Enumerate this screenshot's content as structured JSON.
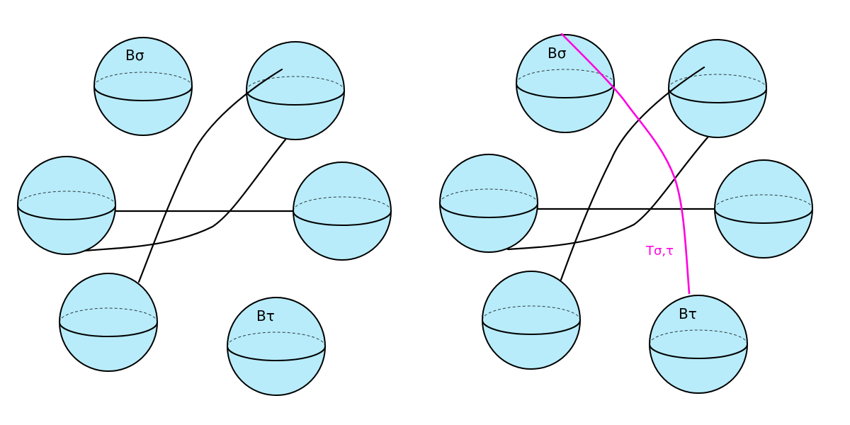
{
  "diagram": {
    "labels": {
      "b_sigma": "Bσ",
      "b_tau": "Bτ",
      "t_sigma_tau": "Tσ,τ"
    },
    "colors": {
      "ball_fill": "#b8ecfa",
      "outline": "#000000",
      "tube": "#ff00e0"
    }
  }
}
